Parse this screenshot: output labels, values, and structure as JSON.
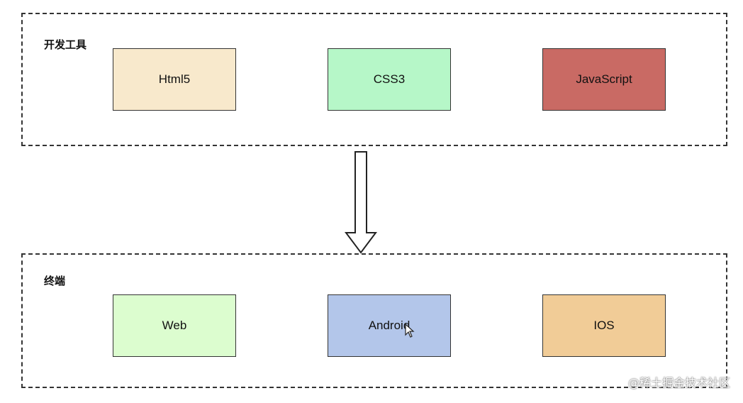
{
  "groups": {
    "tools": {
      "label": "开发工具",
      "nodes": [
        {
          "label": "Html5",
          "color": "#f8e9cc"
        },
        {
          "label": "CSS3",
          "color": "#b6f7c8"
        },
        {
          "label": "JavaScript",
          "color": "#c96a64"
        }
      ]
    },
    "terminals": {
      "label": "终端",
      "nodes": [
        {
          "label": "Web",
          "color": "#dcfdcf"
        },
        {
          "label": "Android",
          "color": "#b3c6ea"
        },
        {
          "label": "IOS",
          "color": "#f1cc97"
        }
      ]
    }
  },
  "watermark": "@稀土掘金技术社区"
}
